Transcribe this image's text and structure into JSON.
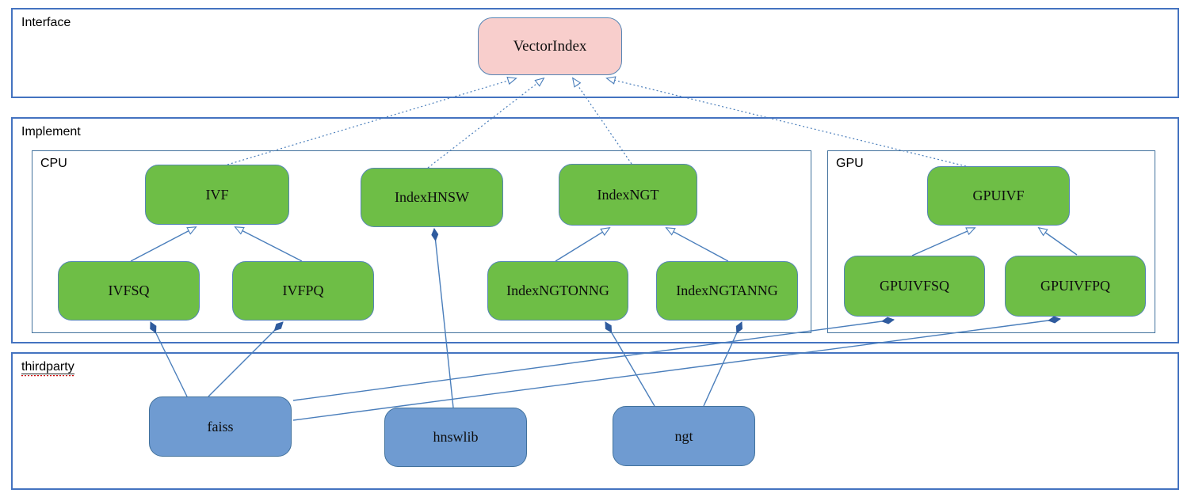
{
  "diagram": {
    "sections": {
      "interface": {
        "label": "Interface"
      },
      "implement": {
        "label": "Implement"
      },
      "cpu": {
        "label": "CPU"
      },
      "gpu": {
        "label": "GPU"
      },
      "thirdparty": {
        "label": "thirdparty"
      }
    },
    "nodes": {
      "vectorindex": {
        "label": "VectorIndex",
        "kind": "interface"
      },
      "ivf": {
        "label": "IVF",
        "kind": "cpu-class"
      },
      "indexhnsw": {
        "label": "IndexHNSW",
        "kind": "cpu-class"
      },
      "indexngt": {
        "label": "IndexNGT",
        "kind": "cpu-class"
      },
      "gpuivf": {
        "label": "GPUIVF",
        "kind": "gpu-class"
      },
      "ivfsq": {
        "label": "IVFSQ",
        "kind": "cpu-class"
      },
      "ivfpq": {
        "label": "IVFPQ",
        "kind": "cpu-class"
      },
      "indexngtonng": {
        "label": "IndexNGTONNG",
        "kind": "cpu-class"
      },
      "indexngtanng": {
        "label": "IndexNGTANNG",
        "kind": "cpu-class"
      },
      "gpuivfsq": {
        "label": "GPUIVFSQ",
        "kind": "gpu-class"
      },
      "gpuivfpq": {
        "label": "GPUIVFPQ",
        "kind": "gpu-class"
      },
      "faiss": {
        "label": "faiss",
        "kind": "thirdparty-lib"
      },
      "hnswlib": {
        "label": "hnswlib",
        "kind": "thirdparty-lib"
      },
      "ngt": {
        "label": "ngt",
        "kind": "thirdparty-lib"
      }
    },
    "relations": [
      {
        "from": "IVF",
        "to": "VectorIndex",
        "type": "realization-dashed-hollow-arrow"
      },
      {
        "from": "IndexHNSW",
        "to": "VectorIndex",
        "type": "realization-dashed-hollow-arrow"
      },
      {
        "from": "IndexNGT",
        "to": "VectorIndex",
        "type": "realization-dashed-hollow-arrow"
      },
      {
        "from": "GPUIVF",
        "to": "VectorIndex",
        "type": "realization-dashed-hollow-arrow"
      },
      {
        "from": "IVFSQ",
        "to": "IVF",
        "type": "inheritance-hollow-arrow"
      },
      {
        "from": "IVFPQ",
        "to": "IVF",
        "type": "inheritance-hollow-arrow"
      },
      {
        "from": "IndexNGTONNG",
        "to": "IndexNGT",
        "type": "inheritance-hollow-arrow"
      },
      {
        "from": "IndexNGTANNG",
        "to": "IndexNGT",
        "type": "inheritance-hollow-arrow"
      },
      {
        "from": "GPUIVFSQ",
        "to": "GPUIVF",
        "type": "inheritance-hollow-arrow"
      },
      {
        "from": "GPUIVFPQ",
        "to": "GPUIVF",
        "type": "inheritance-hollow-arrow"
      },
      {
        "from": "faiss",
        "to": "IVFSQ",
        "type": "composition-filled-diamond"
      },
      {
        "from": "faiss",
        "to": "IVFPQ",
        "type": "composition-filled-diamond"
      },
      {
        "from": "faiss",
        "to": "GPUIVFSQ",
        "type": "composition-filled-diamond"
      },
      {
        "from": "faiss",
        "to": "GPUIVFPQ",
        "type": "composition-filled-diamond"
      },
      {
        "from": "hnswlib",
        "to": "IndexHNSW",
        "type": "composition-filled-diamond"
      },
      {
        "from": "ngt",
        "to": "IndexNGTONNG",
        "type": "composition-filled-diamond"
      },
      {
        "from": "ngt",
        "to": "IndexNGTANNG",
        "type": "composition-filled-diamond"
      }
    ],
    "colors": {
      "class_green": "#6ebe46",
      "thirdparty_blue": "#6f9bd1",
      "interface_pink": "#f8cecc",
      "line_blue": "#4a7ebb",
      "diamond_blue": "#2f5b9e",
      "container_border": "#4473c0",
      "squiggle_red": "#cc0000"
    }
  }
}
